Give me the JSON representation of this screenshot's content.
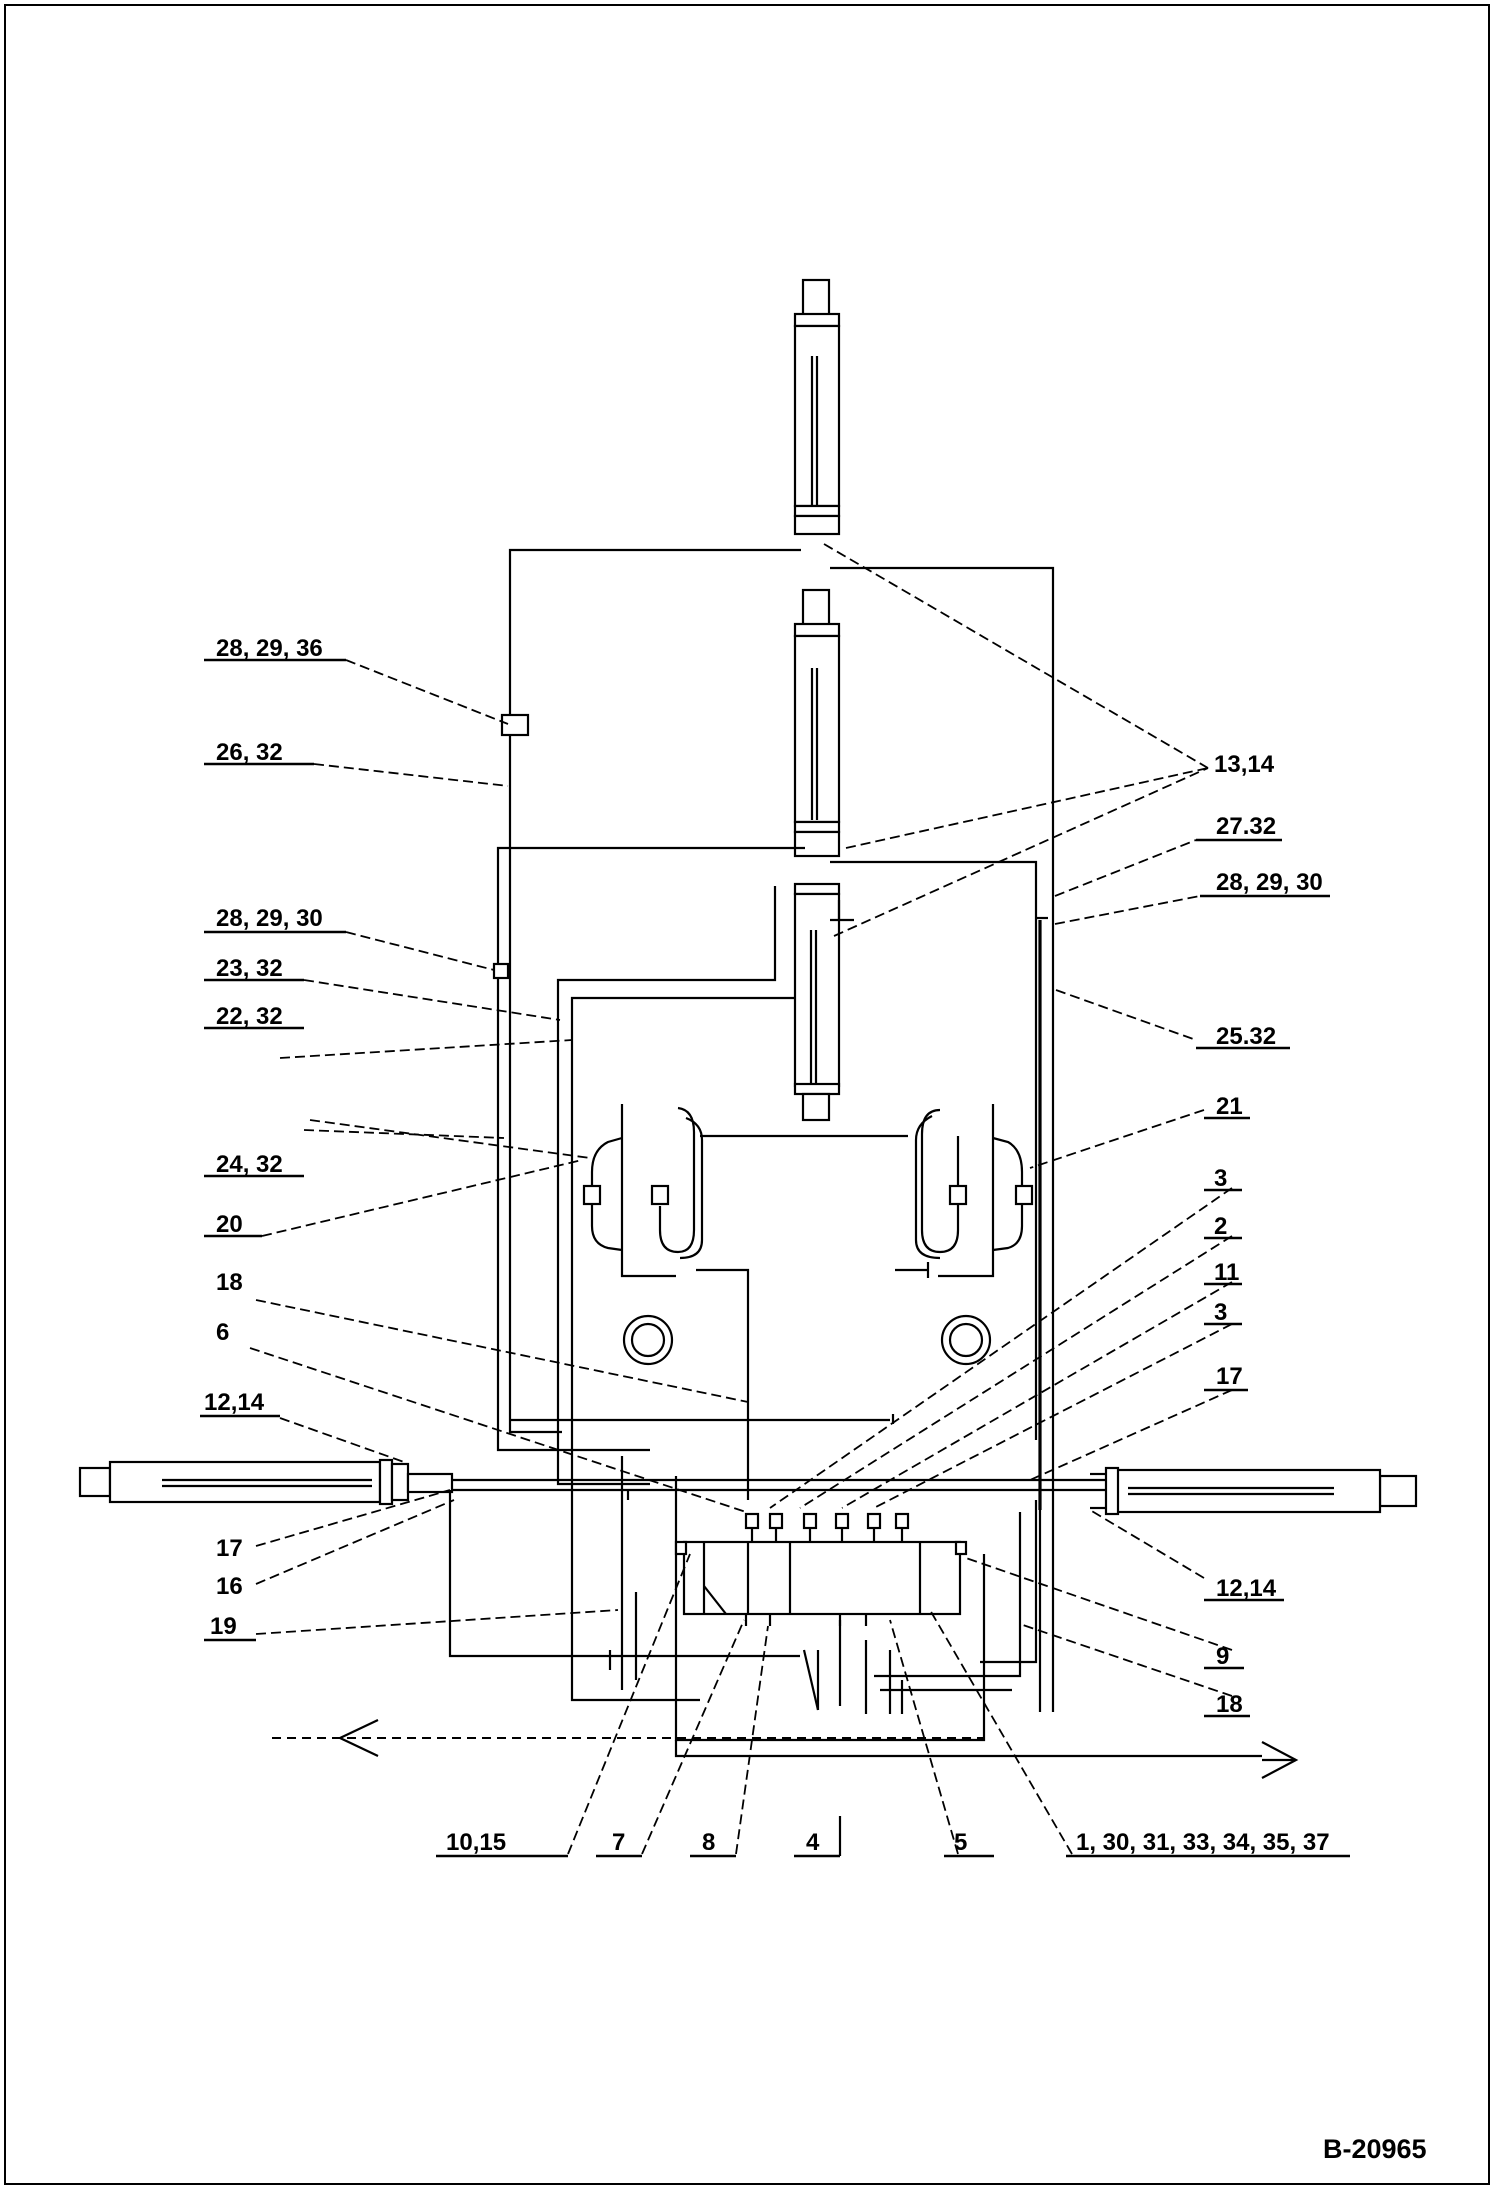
{
  "drawing_code": "B-20965",
  "callouts": {
    "c_28_29_36": "28, 29, 36",
    "c_26_32": "26, 32",
    "c_13_14": "13,14",
    "c_27_32": "27.32",
    "c_28_29_30_right": "28, 29, 30",
    "c_28_29_30_left": "28, 29, 30",
    "c_23_32": "23, 32",
    "c_22_32": "22, 32",
    "c_25_32": "25.32",
    "c_21": "21",
    "c_24_32": "24, 32",
    "c_3_top": "3",
    "c_20": "20",
    "c_2": "2",
    "c_18_left": "18",
    "c_11": "11",
    "c_6": "6",
    "c_3_bottom": "3",
    "c_12_14_left": "12,14",
    "c_17_right": "17",
    "c_17_left": "17",
    "c_16": "16",
    "c_12_14_right": "12,14",
    "c_19": "19",
    "c_9": "9",
    "c_18_right": "18",
    "c_10_15": "10,15",
    "c_7": "7",
    "c_8": "8",
    "c_4": "4",
    "c_5": "5",
    "c_1_group": "1, 30, 31, 33, 34, 35, 37"
  }
}
